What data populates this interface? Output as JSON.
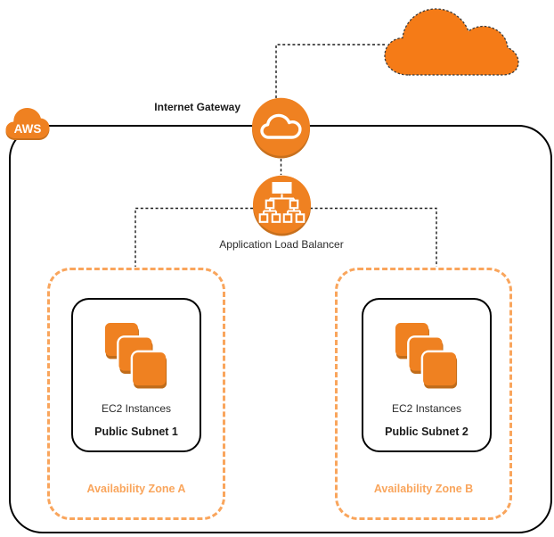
{
  "colors": {
    "node_orange": "#EF8121",
    "node_orange_dark": "#C8701D",
    "ec2_shadow": "#C06C1A",
    "external_cloud_orange": "#F57B17",
    "az_orange": "#F9A55C",
    "line_black": "#1a1a1a"
  },
  "external_cloud": {
    "icon": "internet-cloud"
  },
  "aws_boundary": {
    "logo_label": "AWS",
    "logo_icon": "aws-cloud"
  },
  "internet_gateway": {
    "label": "Internet Gateway",
    "icon": "cloud-outline"
  },
  "load_balancer": {
    "label": "Application Load Balancer",
    "icon": "network-tree"
  },
  "zones": [
    {
      "label": "Availability Zone A",
      "subnet_label": "Public Subnet 1",
      "instances_label": "EC2 Instances",
      "instances_icon": "ec2-stack"
    },
    {
      "label": "Availability Zone B",
      "subnet_label": "Public Subnet 2",
      "instances_label": "EC2 Instances",
      "instances_icon": "ec2-stack"
    }
  ]
}
